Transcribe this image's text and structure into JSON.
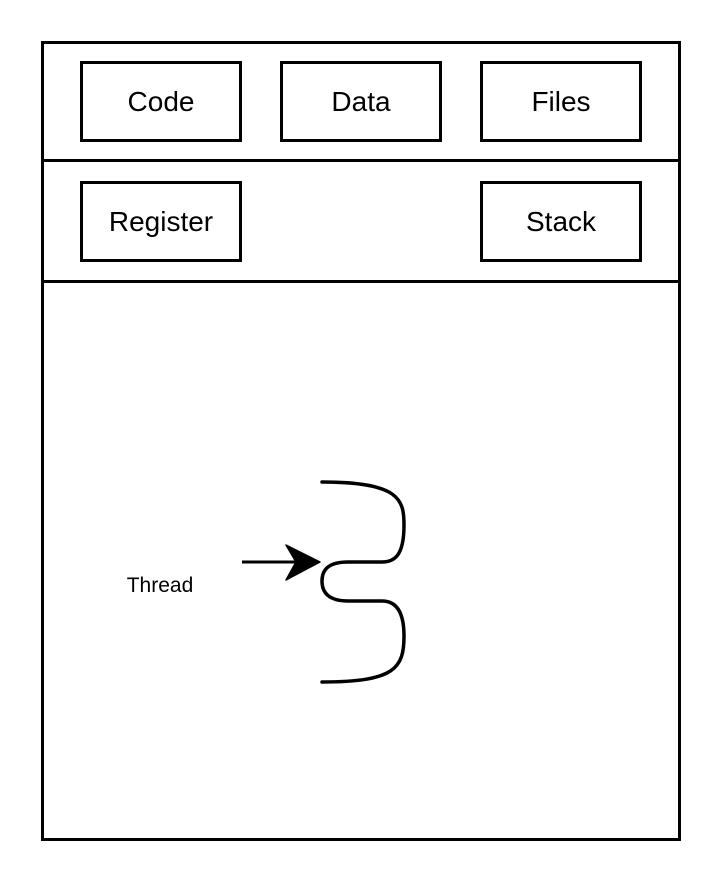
{
  "diagram": {
    "shared_resources": {
      "code": "Code",
      "data": "Data",
      "files": "Files"
    },
    "thread_resources": {
      "register": "Register",
      "stack": "Stack"
    },
    "thread_label": "Thread"
  }
}
